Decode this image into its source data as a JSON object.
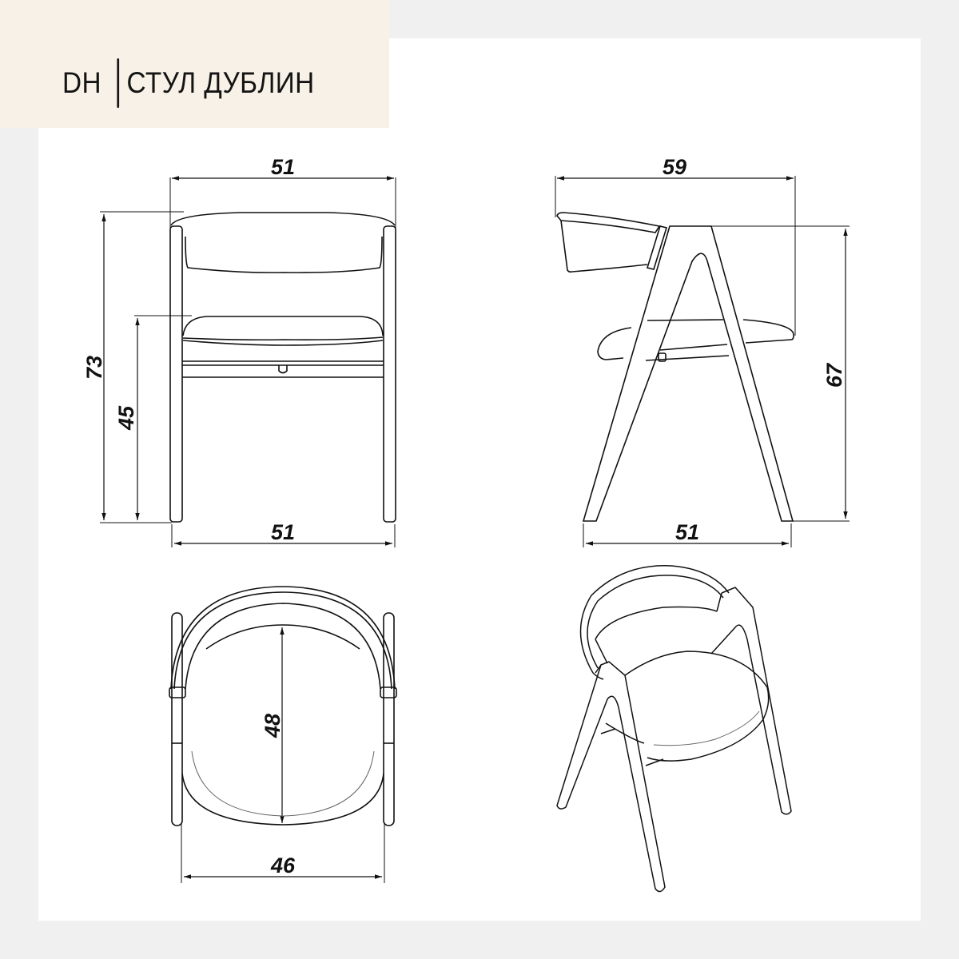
{
  "header": {
    "brand": "DH",
    "title": "СТУЛ ДУБЛИН"
  },
  "colors": {
    "canvas": "#f0f0f0",
    "panel": "#ffffff",
    "header_bg": "#f7f1e7",
    "line": "#111111"
  },
  "views": {
    "front": {
      "label": "front-view",
      "width_top": "51",
      "width_bottom": "51",
      "total_height": "73",
      "seat_height": "45"
    },
    "side": {
      "label": "side-view",
      "depth_top": "59",
      "depth_bottom": "51",
      "armrest_height": "67"
    },
    "top": {
      "label": "top-view",
      "seat_depth": "48",
      "seat_width": "46"
    },
    "perspective": {
      "label": "perspective-view"
    }
  },
  "units": "cm"
}
